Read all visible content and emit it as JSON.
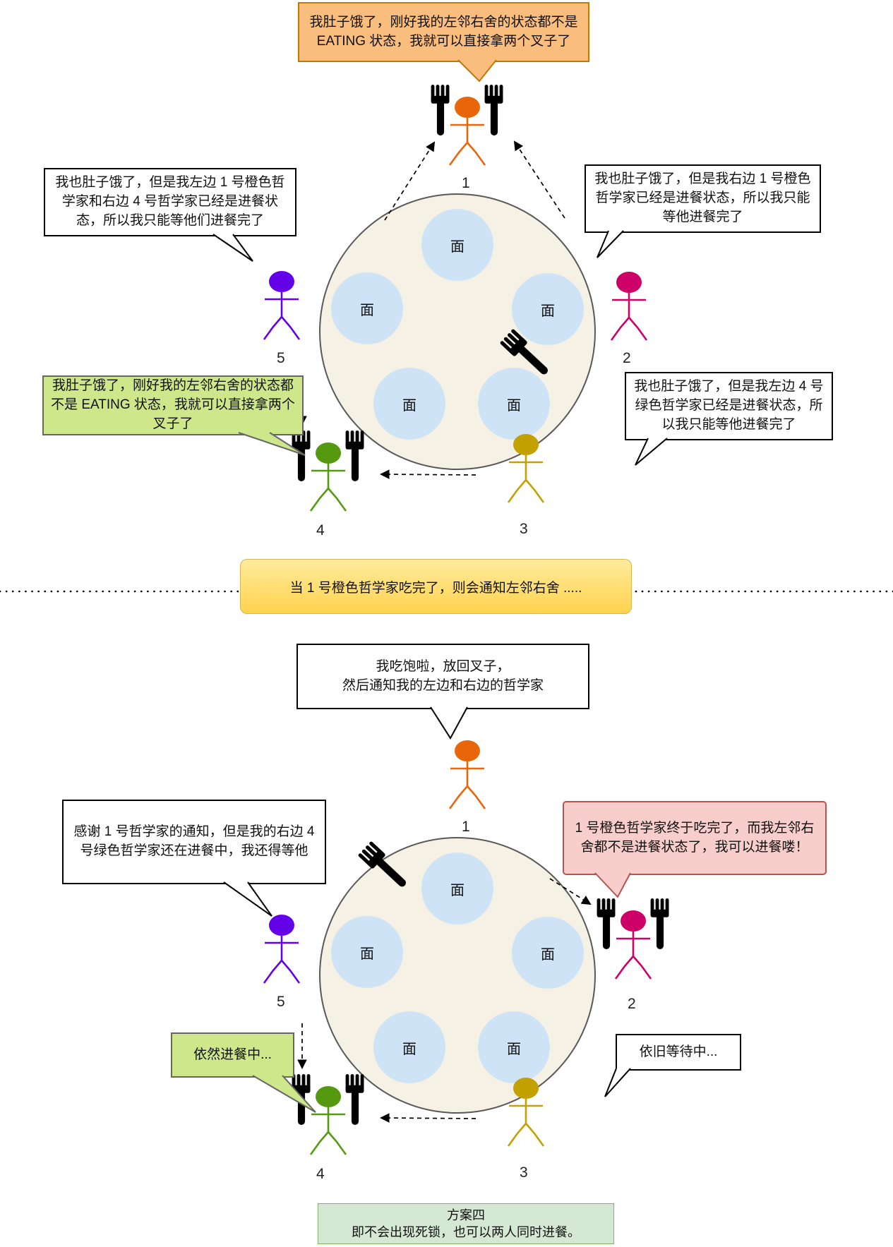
{
  "colors": {
    "philosopher_orange": "#e8650a",
    "philosopher_purple": "#6200e8",
    "philosopher_pink": "#cc0066",
    "philosopher_yellow": "#c2a202",
    "philosopher_green": "#55990f",
    "plate_fill": "#cfe3f7",
    "table_fill": "#f5f1e4",
    "table_border": "#595959",
    "fork_black": "#000000",
    "bubble_white_border": "#000000",
    "bubble_orange_fill": "#f9bd7e",
    "bubble_orange_border": "#bf7b00",
    "bubble_green_fill": "#cde78a",
    "bubble_green_border": "#666666",
    "bubble_pink_fill": "#f8cecc",
    "bubble_pink_border": "#b85450",
    "banner_fill_top": "#ffeb9e",
    "banner_fill_bottom": "#ffd34d",
    "banner_border": "#d6b656",
    "footer_fill": "#d5e8d4",
    "footer_border": "#82b366"
  },
  "plate_label": "面",
  "philosopher_labels": [
    "1",
    "2",
    "3",
    "4",
    "5"
  ],
  "scene1": {
    "bubble_phil1": "我肚子饿了，刚好我的左邻右舍的状态都不是 EATING 状态，我就可以直接拿两个叉子了",
    "bubble_phil5": "我也肚子饿了，但是我左边 1 号橙色哲学家和右边 4 号哲学家已经是进餐状态，所以我只能等他们进餐完了",
    "bubble_phil2": "我也肚子饿了，但是我右边 1 号橙色哲学家已经是进餐状态，所以我只能等他进餐完了",
    "bubble_phil4": "我肚子饿了，刚好我的左邻右舍的状态都不是 EATING 状态，我就可以直接拿两个叉子了",
    "bubble_phil3": "我也肚子饿了，但是我左边 4 号绿色哲学家已经是进餐状态，所以我只能等他进餐完了"
  },
  "divider_banner": "当 1 号橙色哲学家吃完了，则会通知左邻右舍 .....",
  "scene2": {
    "bubble_phil1_line1": "我吃饱啦，放回叉子，",
    "bubble_phil1_line2": "然后通知我的左边和右边的哲学家",
    "bubble_phil5": "感谢 1 号哲学家的通知，但是我的右边 4 号绿色哲学家还在进餐中，我还得等他",
    "bubble_phil2": "1 号橙色哲学家终于吃完了，而我左邻右舍都不是进餐状态了，我可以进餐喽！",
    "bubble_phil4": "依然进餐中...",
    "bubble_phil3": "依旧等待中..."
  },
  "footer": {
    "title": "方案四",
    "subtitle": "即不会出现死锁，也可以两人同时进餐。"
  }
}
